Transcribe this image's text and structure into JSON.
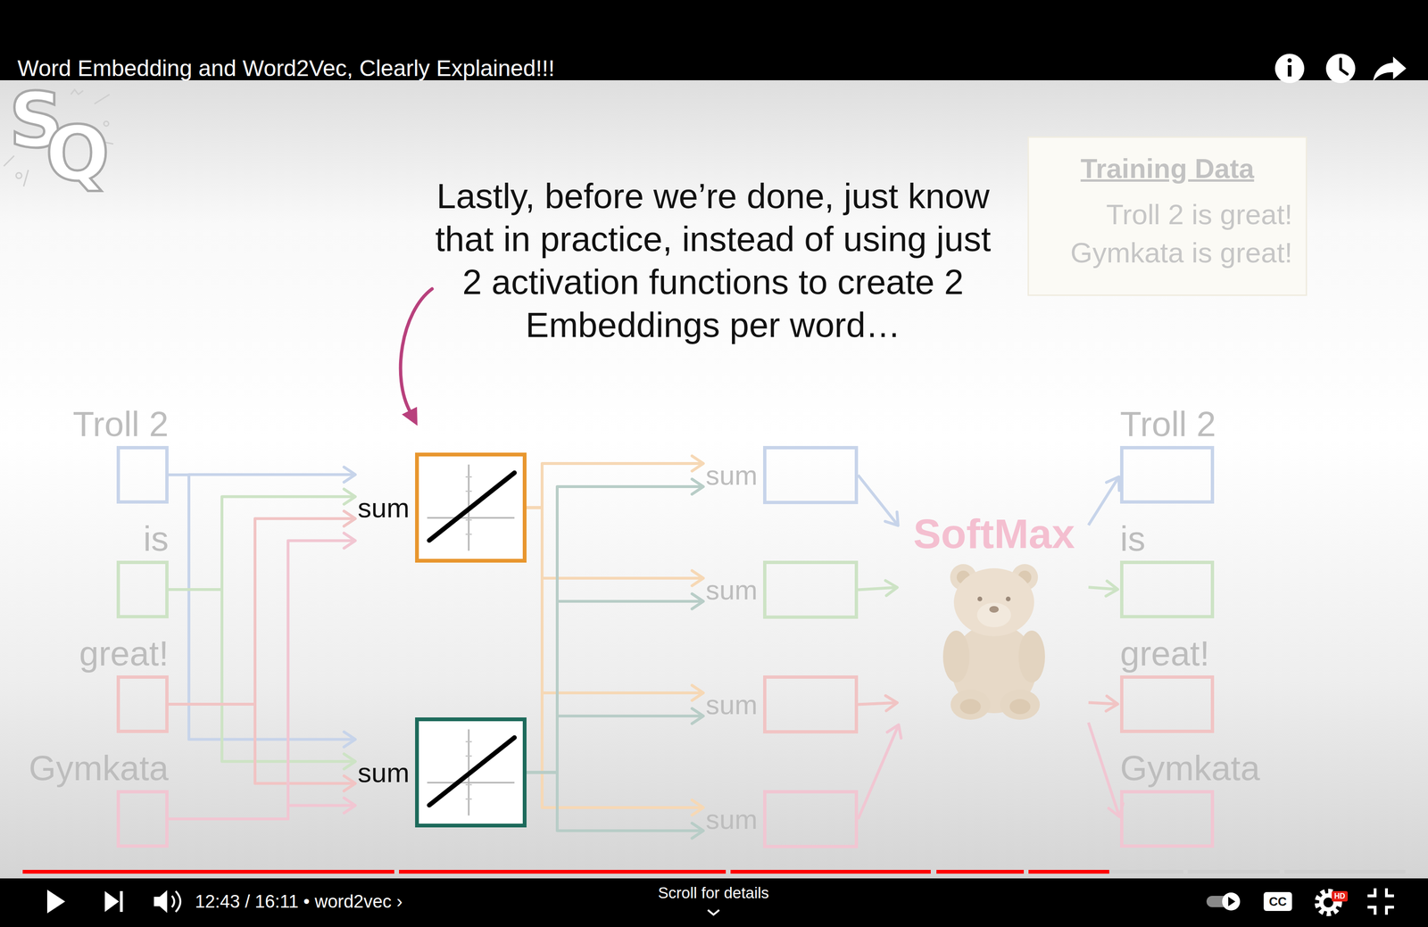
{
  "diagram": {
    "title": "Word Embedding and Word2Vec, Clearly Explained!!!",
    "nodes": [
      {
        "text": [
          "Training Data",
          "Troll 2 is great!",
          "Gymkata is great!"
        ]
      },
      {
        "text": [
          "Troll 2"
        ]
      },
      {
        "text": [
          "is"
        ]
      },
      {
        "text": [
          "great!"
        ]
      },
      {
        "text": [
          "Gymkata"
        ]
      },
      {
        "text": [
          "sum"
        ]
      },
      {
        "text": [
          "sum"
        ]
      },
      {
        "text": [
          "sum"
        ]
      },
      {
        "text": [
          "sum"
        ]
      },
      {
        "text": [
          "sum"
        ]
      },
      {
        "text": [
          "sum"
        ]
      },
      {
        "text": [
          "SoftMax"
        ]
      },
      {
        "text": [
          "Troll 2"
        ]
      },
      {
        "text": [
          "is"
        ]
      },
      {
        "text": [
          "great!"
        ]
      },
      {
        "text": [
          "Gymkata"
        ]
      }
    ],
    "edges": [
      {
        "from": 1,
        "to": 5,
        "arrow": "to"
      },
      {
        "from": 1,
        "to": 6,
        "arrow": "to"
      },
      {
        "from": 2,
        "to": 5,
        "arrow": "to"
      },
      {
        "from": 2,
        "to": 6,
        "arrow": "to"
      },
      {
        "from": 3,
        "to": 5,
        "arrow": "to"
      },
      {
        "from": 3,
        "to": 6,
        "arrow": "to"
      },
      {
        "from": 4,
        "to": 5,
        "arrow": "to"
      },
      {
        "from": 4,
        "to": 6,
        "arrow": "to"
      },
      {
        "from": 5,
        "to": 7,
        "arrow": "to"
      },
      {
        "from": 5,
        "to": 8,
        "arrow": "to"
      },
      {
        "from": 5,
        "to": 9,
        "arrow": "to"
      },
      {
        "from": 5,
        "to": 10,
        "arrow": "to"
      },
      {
        "from": 6,
        "to": 7,
        "arrow": "to"
      },
      {
        "from": 6,
        "to": 8,
        "arrow": "to"
      },
      {
        "from": 6,
        "to": 9,
        "arrow": "to"
      },
      {
        "from": 6,
        "to": 10,
        "arrow": "to"
      },
      {
        "from": 7,
        "to": 11,
        "arrow": "to"
      },
      {
        "from": 8,
        "to": 11,
        "arrow": "to"
      },
      {
        "from": 9,
        "to": 11,
        "arrow": "to"
      },
      {
        "from": 10,
        "to": 11,
        "arrow": "to"
      },
      {
        "from": 11,
        "to": 12,
        "arrow": "to"
      },
      {
        "from": 11,
        "to": 13,
        "arrow": "to"
      },
      {
        "from": 11,
        "to": 14,
        "arrow": "to"
      },
      {
        "from": 11,
        "to": 15,
        "arrow": "to"
      }
    ],
    "labels": [
      "Lastly, before we’re done, just know that in practice, instead of using just 2 activation functions to create 2 Embeddings per word…",
      "S",
      "Q",
      "12:43 / 16:11 • word2vec ›",
      "Scroll for details",
      "CC",
      "HD"
    ]
  }
}
